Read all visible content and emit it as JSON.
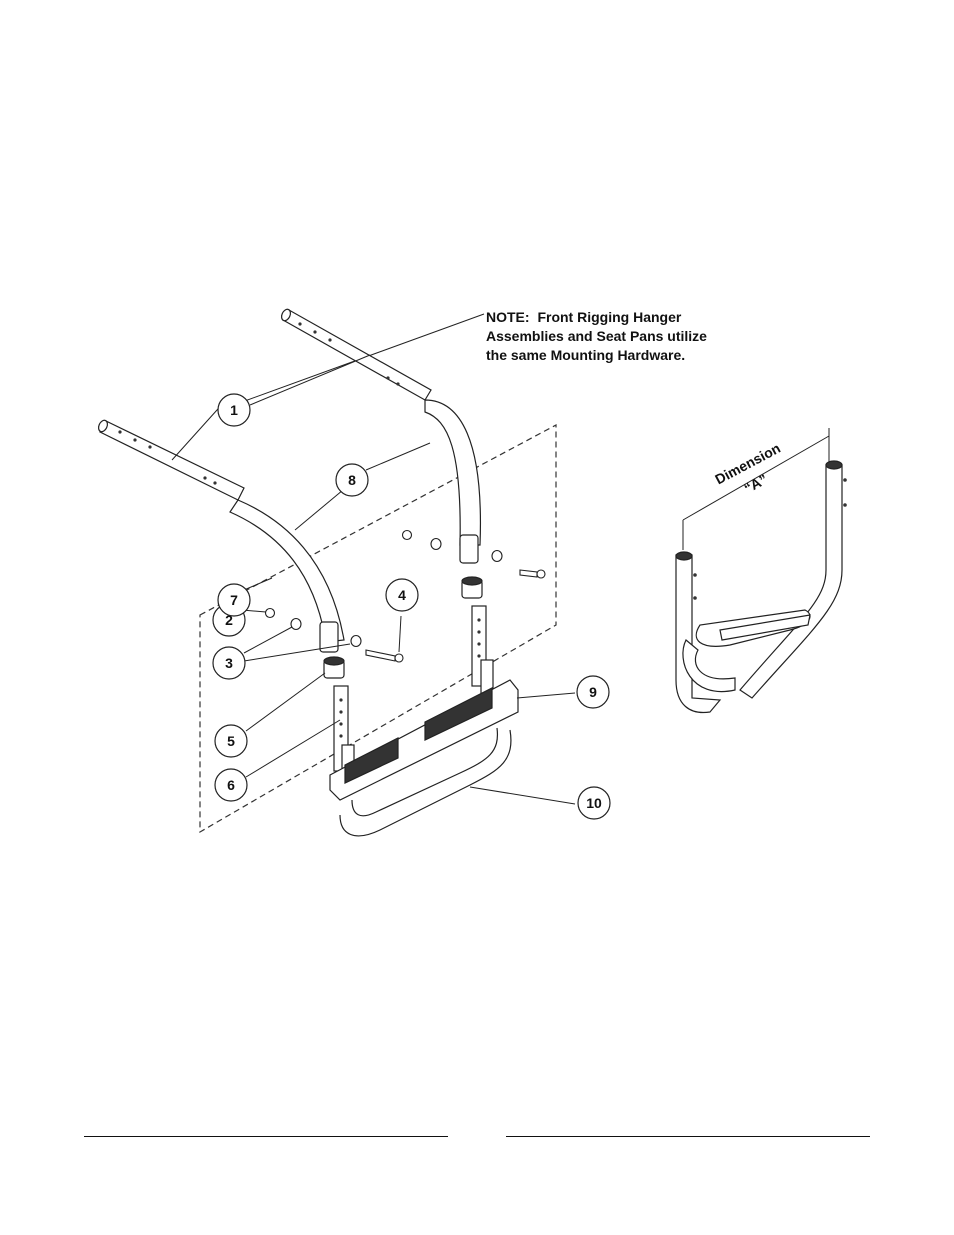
{
  "note": {
    "bold_label": "NOTE:",
    "line1_rest": "Front Rigging Hanger",
    "line2": "Assemblies and Seat Pans utilize",
    "line3": "the same Mounting Hardware."
  },
  "callouts": {
    "c1": "1",
    "c2": "2",
    "c3": "3",
    "c4": "4",
    "c5": "5",
    "c6": "6",
    "c7": "7",
    "c8": "8",
    "c9": "9",
    "c10": "10"
  },
  "dimension": {
    "line1": "Dimension",
    "line2": "“A”"
  }
}
